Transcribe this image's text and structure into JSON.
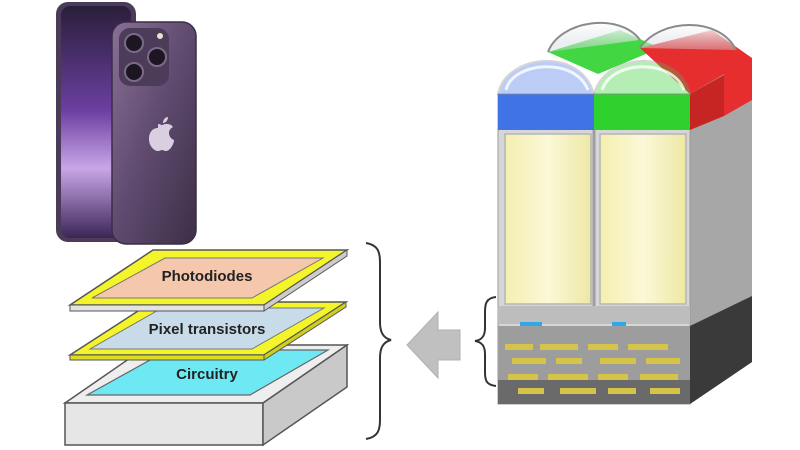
{
  "layers": [
    {
      "label": "Photodiodes"
    },
    {
      "label": "Pixel transistors"
    },
    {
      "label": "Circuitry"
    }
  ],
  "colors": {
    "photodiode_fill": "#f5c8ad",
    "frame_yellow": "#f4f42a",
    "transistor_fill": "#c7dbe9",
    "circuitry_fill": "#6ee9f4",
    "base_top": "#f0f0f0",
    "base_side": "#cfcfcf",
    "arrow": "#c0c0c0",
    "filter_blue": "#3f73e6",
    "filter_green": "#2fd12f",
    "filter_red": "#e62e2e",
    "photodiode_glow": "#f7f3c1",
    "phone_purple": "#5f4a6f"
  },
  "icons": {
    "phone": "smartphone-icon",
    "arrow": "left-arrow-icon"
  }
}
